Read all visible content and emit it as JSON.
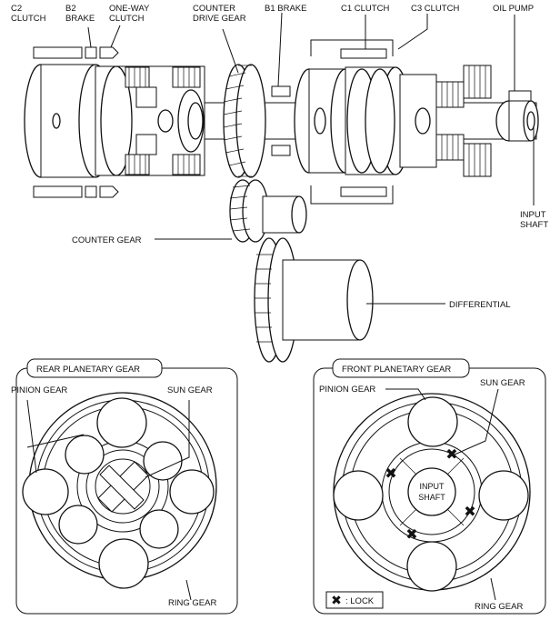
{
  "top": {
    "labels": {
      "c2_clutch": [
        "C2",
        "CLUTCH"
      ],
      "b2_brake": [
        "B2",
        "BRAKE"
      ],
      "one_way_clutch": [
        "ONE-WAY",
        "CLUTCH"
      ],
      "counter_drive_gear": [
        "COUNTER",
        "DRIVE GEAR"
      ],
      "b1_brake": "B1 BRAKE",
      "c1_clutch": "C1 CLUTCH",
      "c3_clutch": "C3 CLUTCH",
      "oil_pump": "OIL PUMP",
      "input_shaft": [
        "INPUT",
        "SHAFT"
      ],
      "counter_gear": "COUNTER GEAR",
      "differential": "DIFFERENTIAL"
    }
  },
  "rear_panel": {
    "title": "REAR PLANETARY GEAR",
    "pinion_gear": "PINION GEAR",
    "sun_gear": "SUN GEAR",
    "ring_gear": "RING GEAR"
  },
  "front_panel": {
    "title": "FRONT PLANETARY GEAR",
    "pinion_gear": "PINION GEAR",
    "sun_gear": "SUN GEAR",
    "ring_gear": "RING GEAR",
    "input_shaft": [
      "INPUT",
      "SHAFT"
    ],
    "legend_label": ": LOCK",
    "lock_icon": "x-mark"
  }
}
